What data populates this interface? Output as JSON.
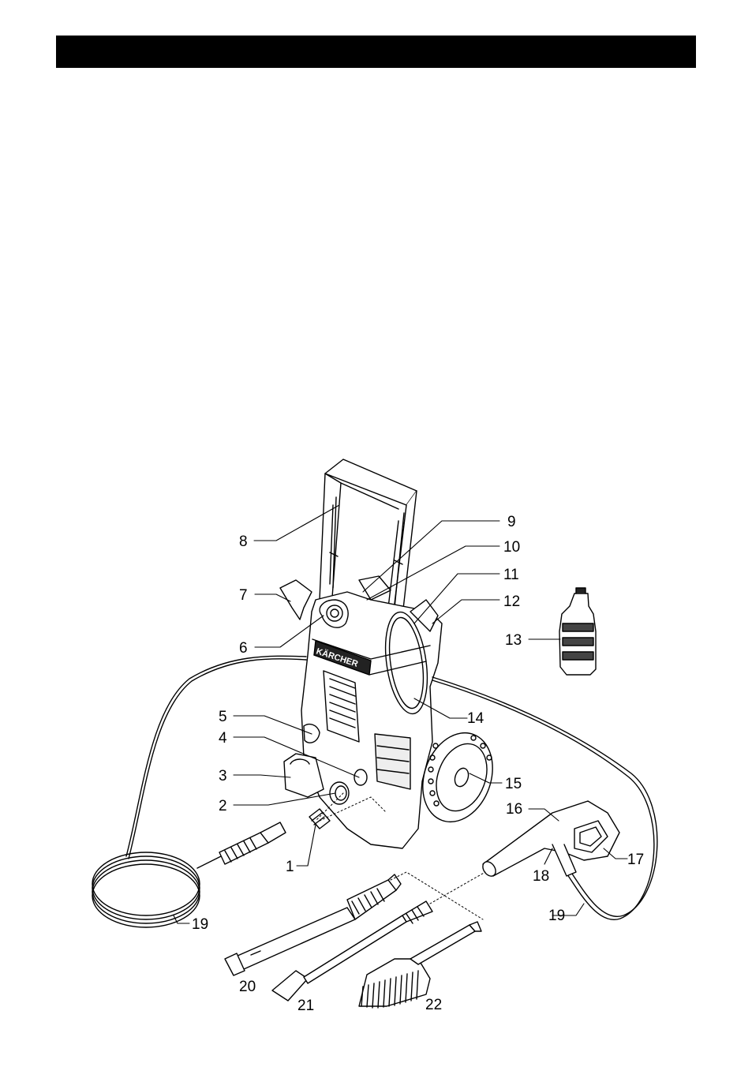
{
  "diagram": {
    "callouts": [
      {
        "id": "1",
        "label": "1"
      },
      {
        "id": "2",
        "label": "2"
      },
      {
        "id": "3",
        "label": "3"
      },
      {
        "id": "4",
        "label": "4"
      },
      {
        "id": "5",
        "label": "5"
      },
      {
        "id": "6",
        "label": "6"
      },
      {
        "id": "7",
        "label": "7"
      },
      {
        "id": "8",
        "label": "8"
      },
      {
        "id": "9",
        "label": "9"
      },
      {
        "id": "10",
        "label": "10"
      },
      {
        "id": "11",
        "label": "11"
      },
      {
        "id": "12",
        "label": "12"
      },
      {
        "id": "13",
        "label": "13"
      },
      {
        "id": "14",
        "label": "14"
      },
      {
        "id": "15",
        "label": "15"
      },
      {
        "id": "16",
        "label": "16"
      },
      {
        "id": "17",
        "label": "17"
      },
      {
        "id": "18",
        "label": "18"
      },
      {
        "id": "19a",
        "label": "19"
      },
      {
        "id": "19b",
        "label": "19"
      },
      {
        "id": "20",
        "label": "20"
      },
      {
        "id": "21",
        "label": "21"
      },
      {
        "id": "22",
        "label": "22"
      }
    ],
    "brand_text": "KÄRCHER",
    "colors": {
      "line": "#000000",
      "fill_light": "#ffffff",
      "fill_grey": "#d8d8d8"
    }
  }
}
